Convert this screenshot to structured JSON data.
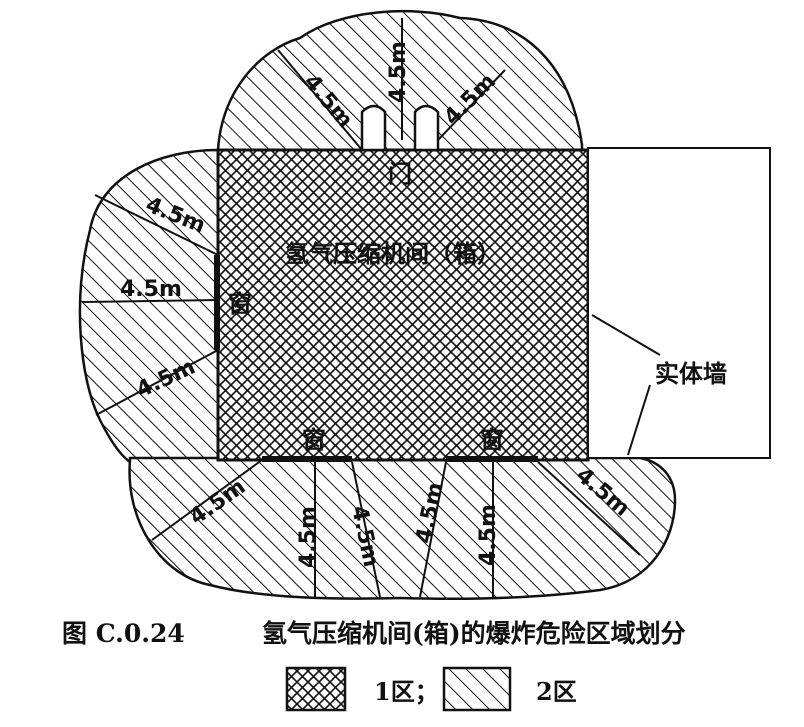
{
  "diagram": {
    "room_label": "氢气压缩机间（箱）",
    "door_label": "门",
    "window_left_label": "窗",
    "window_bottom_left_label": "窗",
    "window_bottom_right_label": "窗",
    "wall_label": "实体墙",
    "radius_label": "4.5m"
  },
  "caption": {
    "figure_no": "图 C.0.24",
    "title": "氢气压缩机间(箱)的爆炸危险区域划分"
  },
  "legend": {
    "zone1_label": "1区；",
    "zone2_label": "2区"
  },
  "colors": {
    "line": "#111111",
    "background": "#ffffff"
  }
}
